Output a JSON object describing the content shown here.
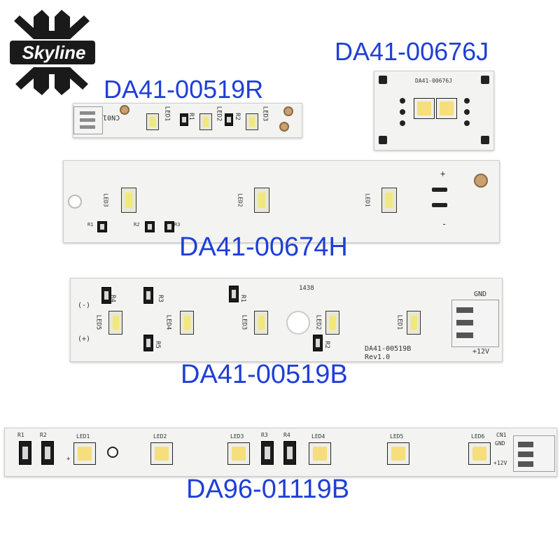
{
  "brand": {
    "name": "Skyline"
  },
  "boards": [
    {
      "part_number": "DA41-00519R",
      "silk": [
        "CN01",
        "LED1",
        "R1",
        "LED2",
        "R2",
        "LED3"
      ]
    },
    {
      "part_number": "DA41-00676J",
      "silk": [
        "DA41-00676J"
      ]
    },
    {
      "part_number": "DA41-00674H",
      "silk": [
        "LED3",
        "LED2",
        "LED1",
        "R1",
        "R2",
        "R3",
        "+",
        "-"
      ]
    },
    {
      "part_number": "DA41-00519B",
      "silk": [
        "R4",
        "R3",
        "R1",
        "LED5",
        "LED4",
        "LED3",
        "LED2",
        "LED1",
        "R5",
        "R2",
        "(-)",
        "(+)",
        "GND",
        "+12V",
        "DA41-00519B",
        "Rev1.0",
        "1438"
      ]
    },
    {
      "part_number": "DA96-01119B",
      "silk": [
        "R1",
        "R2",
        "LED1",
        "LED2",
        "LED3",
        "R3",
        "R4",
        "LED4",
        "LED5",
        "LED6",
        "CN1",
        "GND",
        "+12V",
        "+"
      ]
    }
  ],
  "colors": {
    "label_text": "#1f3fd6",
    "pcb": "#f3f3f1",
    "led_phosphor": "#f2e87a"
  }
}
